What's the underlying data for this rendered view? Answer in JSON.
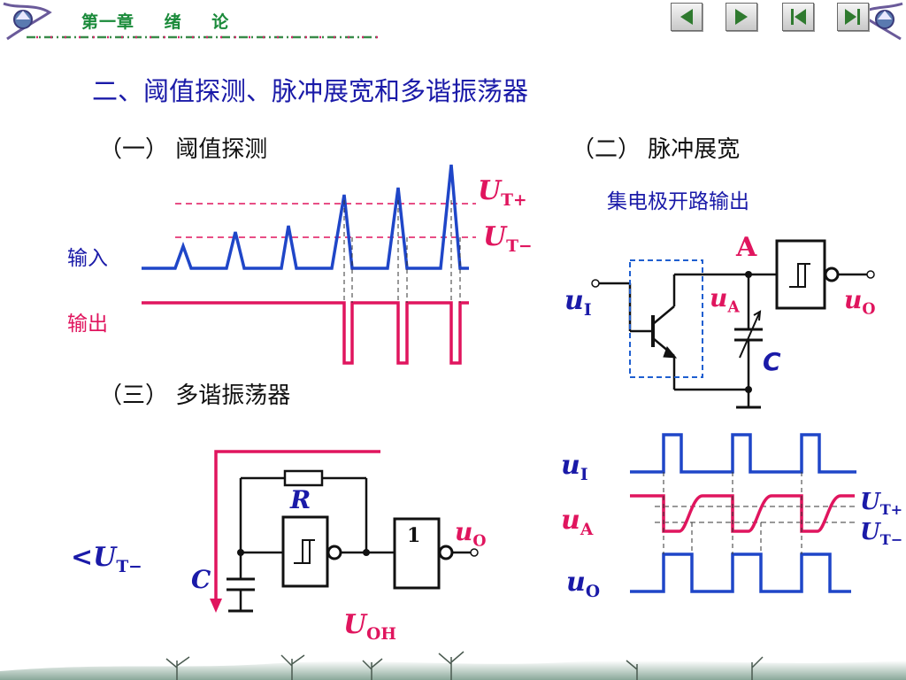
{
  "header": {
    "chapter_num": "第一章",
    "chapter_title_a": "绪",
    "chapter_title_b": "论",
    "nav": [
      "previous-button",
      "next-button",
      "first-button",
      "last-button"
    ]
  },
  "title": "二、阈值探测、脉冲展宽和多谐振荡器",
  "section1": {
    "heading": "（一） 阈值探测",
    "input_label": "输入",
    "output_label": "输出",
    "ut_plus": {
      "sym": "U",
      "sub": "T+"
    },
    "ut_minus": {
      "sym": "U",
      "sub": "T−"
    }
  },
  "section2": {
    "heading": "（二） 脉冲展宽",
    "subtitle": "集电极开路输出",
    "node_a": "A",
    "ui": {
      "sym": "u",
      "sub": "I"
    },
    "ua": {
      "sym": "u",
      "sub": "A"
    },
    "uo": {
      "sym": "u",
      "sub": "O"
    },
    "cap": "C",
    "wave_ui": {
      "sym": "u",
      "sub": "I"
    },
    "wave_ua": {
      "sym": "u",
      "sub": "A"
    },
    "wave_uo": {
      "sym": "u",
      "sub": "O"
    },
    "wave_ut_plus": {
      "sym": "U",
      "sub": "T+"
    },
    "wave_ut_minus": {
      "sym": "U",
      "sub": "T−"
    }
  },
  "section3": {
    "heading": "（三） 多谐振荡器",
    "resistor": "R",
    "cap": "C",
    "inverter_label": "1",
    "uo": {
      "sym": "u",
      "sub": "O"
    },
    "less_than": "<",
    "ut_minus": {
      "sym": "U",
      "sub": "T−"
    },
    "uoh": {
      "sym": "U",
      "sub": "OH"
    }
  },
  "colors": {
    "blue": "#1a1aa8",
    "wave_blue": "#1f46c8",
    "red": "#e0155e",
    "dash_blue": "#1f5fd0"
  }
}
